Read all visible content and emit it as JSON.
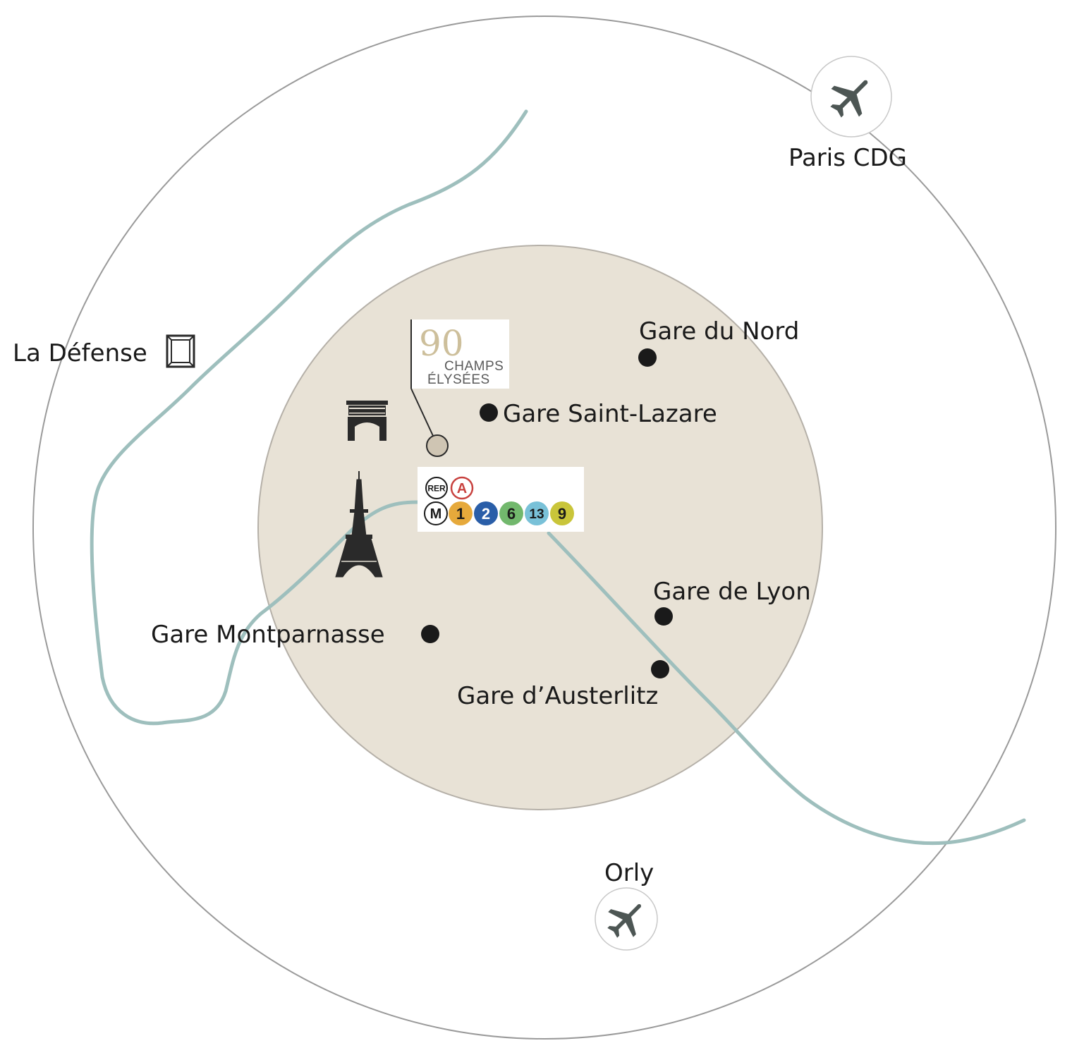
{
  "locations": {
    "paris_cdg": "Paris CDG",
    "orly": "Orly",
    "la_defense": "La Défense",
    "gare_du_nord": "Gare du Nord",
    "gare_saint_lazare": "Gare Saint-Lazare",
    "gare_de_lyon": "Gare de Lyon",
    "gare_montparnasse": "Gare Montparnasse",
    "gare_austerlitz": "Gare d’Austerlitz"
  },
  "hotel_logo": {
    "number": "90",
    "line1": "CHAMPS",
    "line2": "ÉLYSÉES"
  },
  "transit": {
    "rer_label": "RER",
    "rer_lines": [
      {
        "label": "A",
        "color": "#c8423f"
      }
    ],
    "metro_label": "M",
    "metro_lines": [
      {
        "label": "1",
        "color": "#e6a93b",
        "text_color": "#1a1a1a"
      },
      {
        "label": "2",
        "color": "#2a5ea8",
        "text_color": "#ffffff"
      },
      {
        "label": "6",
        "color": "#72b86d",
        "text_color": "#1a1a1a"
      },
      {
        "label": "13",
        "color": "#79c1d8",
        "text_color": "#1a1a1a"
      },
      {
        "label": "9",
        "color": "#c9c53a",
        "text_color": "#1a1a1a"
      }
    ]
  },
  "colors": {
    "inner_zone": "#e8e2d6",
    "river": "#9ebfbd",
    "outer_ring": "#9a9a9a",
    "marker": "#1a1a1a",
    "hotel_marker": "#cfc5b3",
    "plane_icon": "#4d5654"
  },
  "icons": [
    "plane-icon",
    "skyscraper-icon",
    "arc-de-triomphe-icon",
    "eiffel-tower-icon"
  ]
}
